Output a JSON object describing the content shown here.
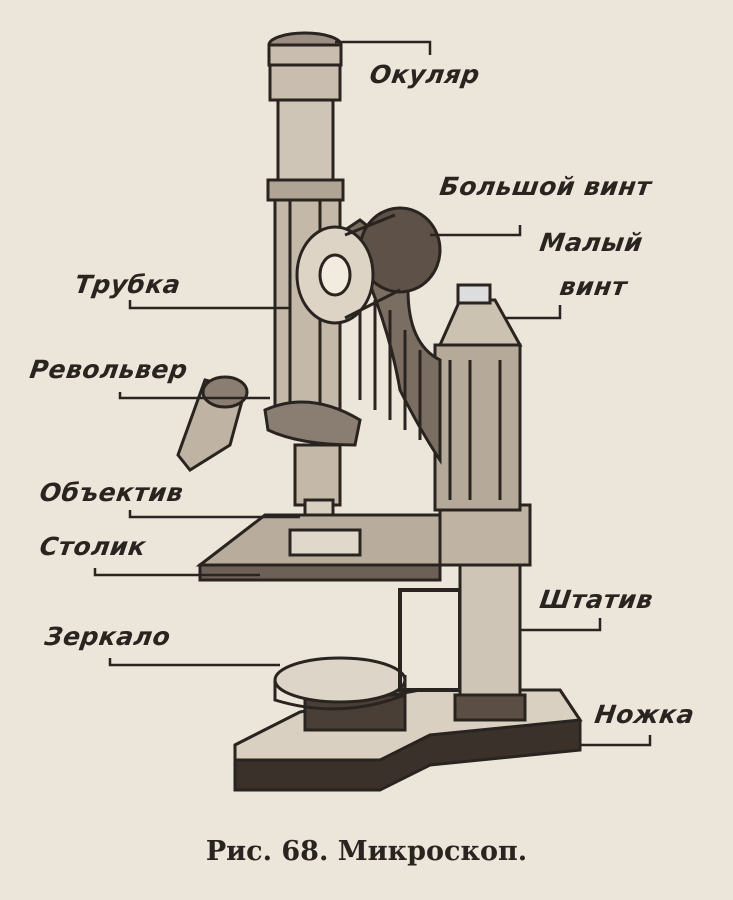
{
  "labels": {
    "eyepiece": "Окуляр",
    "coarse_screw": "Большой винт",
    "fine_screw_1": "Малый",
    "fine_screw_2": "винт",
    "tube": "Трубка",
    "revolver": "Револьвер",
    "objective": "Объектив",
    "stage": "Столик",
    "stand": "Штатив",
    "mirror": "Зеркало",
    "foot": "Ножка"
  },
  "caption": "Рис. 68. Микроскоп.",
  "colors": {
    "paper": "#ebe5da",
    "ink": "#2a2420"
  }
}
